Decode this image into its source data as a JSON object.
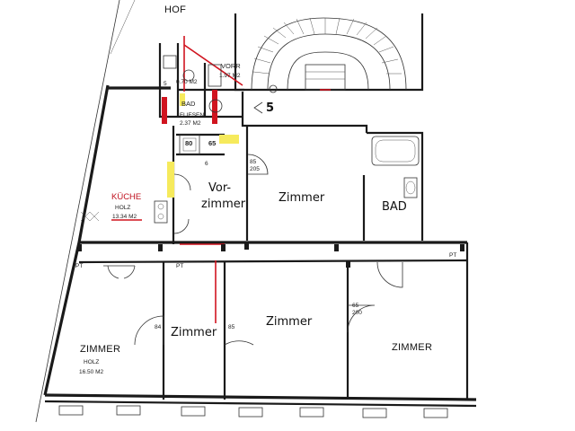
{
  "plan": {
    "hof_label": "HOF",
    "rooms": {
      "kueche": {
        "name": "KÜCHE",
        "floor": "HOLZ",
        "area": "13.34 M2"
      },
      "vorzimmer": {
        "line1": "Vor-",
        "line2": "zimmer"
      },
      "zimmer_top": "Zimmer",
      "bad_right": "BAD",
      "zimmer_bl": {
        "name": "ZIMMER",
        "floor": "HOLZ",
        "area": "16.50 M2"
      },
      "zimmer_mid_small": "Zimmer",
      "zimmer_center": "Zimmer",
      "zimmer_right": "ZIMMER",
      "bad_small": {
        "name": "BAD",
        "floor": "FLIESEN",
        "area": "2.37 M2"
      },
      "vorr": {
        "name": "VORR",
        "area": "1.97 M2"
      },
      "wc_area": "0.70 M2"
    },
    "marks": {
      "stair_marker": "5",
      "dim_80": "80",
      "dim_65": "65",
      "dim_5": "5",
      "dim_6": "6",
      "door_85": "85",
      "door_205": "205",
      "door_84": "84",
      "pt": "PT",
      "door_65": "65",
      "door_200": "200"
    },
    "colors": {
      "wall": "#1a1a1a",
      "red_marking": "#d0141f",
      "yellow_marking": "#f6ea5c"
    }
  }
}
